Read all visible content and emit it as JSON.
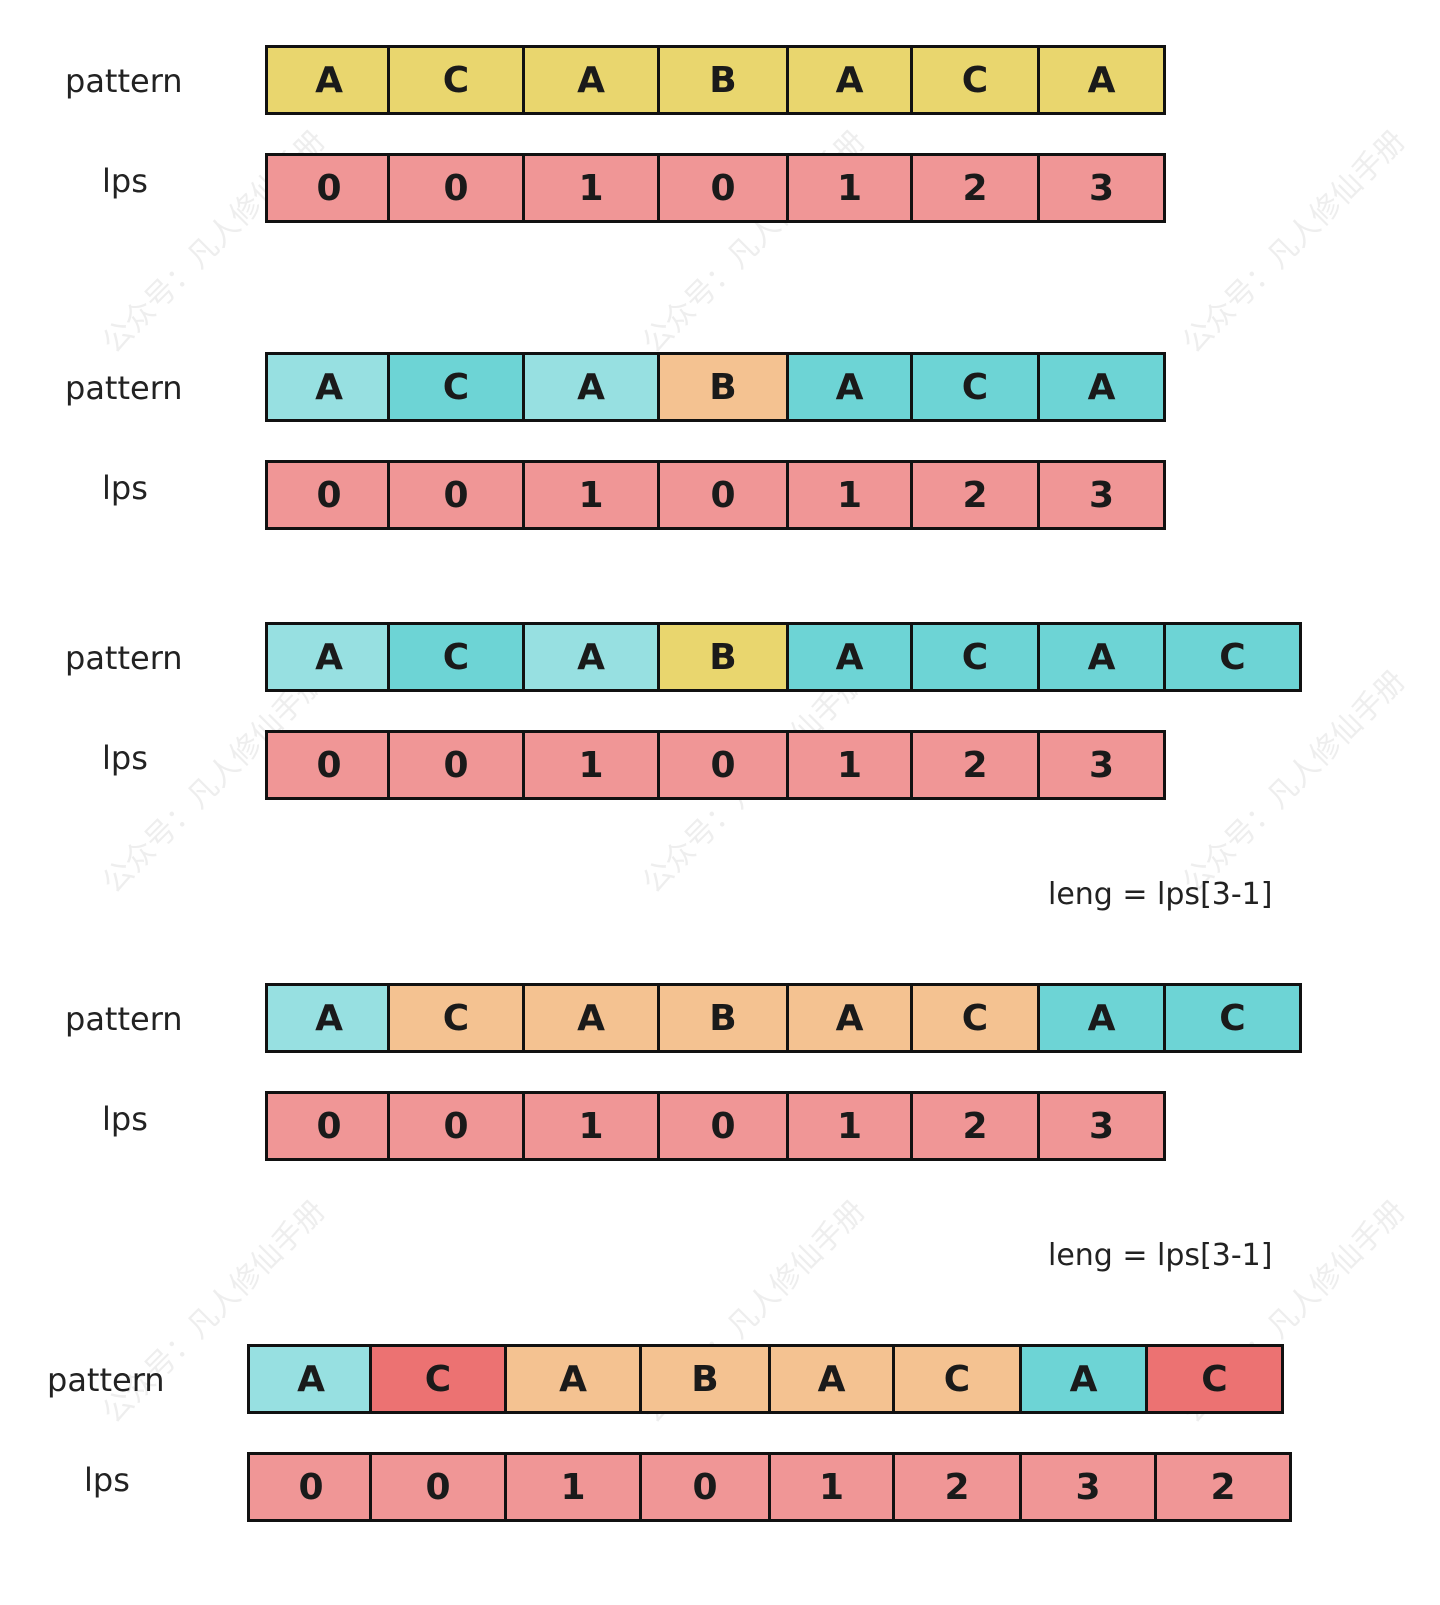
{
  "colors": {
    "yellow": "#e9d66e",
    "light_cyan": "#97e0e1",
    "cyan": "#6dd4d5",
    "peach": "#f4c291",
    "red": "#ec7272",
    "pink": "#f09696"
  },
  "watermark": "公众号：凡人修仙手册",
  "steps": [
    {
      "pattern_label": "pattern",
      "lps_label": "lps",
      "pattern": [
        {
          "ch": "A",
          "color": "yellow"
        },
        {
          "ch": "C",
          "color": "yellow"
        },
        {
          "ch": "A",
          "color": "yellow"
        },
        {
          "ch": "B",
          "color": "yellow"
        },
        {
          "ch": "A",
          "color": "yellow"
        },
        {
          "ch": "C",
          "color": "yellow"
        },
        {
          "ch": "A",
          "color": "yellow"
        }
      ],
      "lps": [
        "0",
        "0",
        "1",
        "0",
        "1",
        "2",
        "3"
      ],
      "note": ""
    },
    {
      "pattern_label": "pattern",
      "lps_label": "lps",
      "pattern": [
        {
          "ch": "A",
          "color": "light_cyan"
        },
        {
          "ch": "C",
          "color": "cyan"
        },
        {
          "ch": "A",
          "color": "light_cyan"
        },
        {
          "ch": "B",
          "color": "peach"
        },
        {
          "ch": "A",
          "color": "cyan"
        },
        {
          "ch": "C",
          "color": "cyan"
        },
        {
          "ch": "A",
          "color": "cyan"
        }
      ],
      "lps": [
        "0",
        "0",
        "1",
        "0",
        "1",
        "2",
        "3"
      ],
      "note": ""
    },
    {
      "pattern_label": "pattern",
      "lps_label": "lps",
      "pattern": [
        {
          "ch": "A",
          "color": "light_cyan"
        },
        {
          "ch": "C",
          "color": "cyan"
        },
        {
          "ch": "A",
          "color": "light_cyan"
        },
        {
          "ch": "B",
          "color": "yellow"
        },
        {
          "ch": "A",
          "color": "cyan"
        },
        {
          "ch": "C",
          "color": "cyan"
        },
        {
          "ch": "A",
          "color": "cyan"
        },
        {
          "ch": "C",
          "color": "cyan"
        }
      ],
      "lps": [
        "0",
        "0",
        "1",
        "0",
        "1",
        "2",
        "3"
      ],
      "note": "leng = lps[3-1]"
    },
    {
      "pattern_label": "pattern",
      "lps_label": "lps",
      "pattern": [
        {
          "ch": "A",
          "color": "light_cyan"
        },
        {
          "ch": "C",
          "color": "peach"
        },
        {
          "ch": "A",
          "color": "peach"
        },
        {
          "ch": "B",
          "color": "peach"
        },
        {
          "ch": "A",
          "color": "peach"
        },
        {
          "ch": "C",
          "color": "peach"
        },
        {
          "ch": "A",
          "color": "cyan"
        },
        {
          "ch": "C",
          "color": "cyan"
        }
      ],
      "lps": [
        "0",
        "0",
        "1",
        "0",
        "1",
        "2",
        "3"
      ],
      "note": "leng = lps[3-1]"
    },
    {
      "pattern_label": "pattern",
      "lps_label": "lps",
      "pattern": [
        {
          "ch": "A",
          "color": "light_cyan"
        },
        {
          "ch": "C",
          "color": "red"
        },
        {
          "ch": "A",
          "color": "peach"
        },
        {
          "ch": "B",
          "color": "peach"
        },
        {
          "ch": "A",
          "color": "peach"
        },
        {
          "ch": "C",
          "color": "peach"
        },
        {
          "ch": "A",
          "color": "cyan"
        },
        {
          "ch": "C",
          "color": "red"
        }
      ],
      "lps": [
        "0",
        "0",
        "1",
        "0",
        "1",
        "2",
        "3",
        "2"
      ],
      "note": ""
    }
  ]
}
